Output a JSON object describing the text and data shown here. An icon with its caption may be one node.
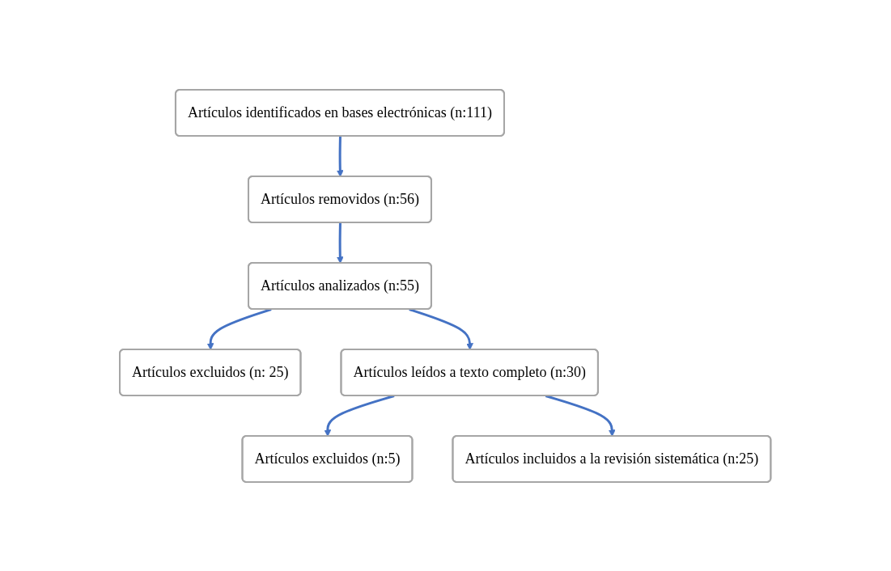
{
  "diagram": {
    "nodes": [
      {
        "text": [
          "Artículos identificados en bases electrónicas (n:111)"
        ]
      },
      {
        "text": [
          "Artículos removidos (n:56)"
        ]
      },
      {
        "text": [
          "Artículos analizados (n:55)"
        ]
      },
      {
        "text": [
          "Artículos excluidos (n: 25)"
        ]
      },
      {
        "text": [
          "Artículos leídos a texto completo (n:30)"
        ]
      },
      {
        "text": [
          "Artículos excluidos (n:5)"
        ]
      },
      {
        "text": [
          "Artículos incluidos a la revisión sistemática (n:25)"
        ]
      }
    ],
    "edges": [
      {
        "from": 0,
        "to": 1,
        "arrow": "to"
      },
      {
        "from": 1,
        "to": 2,
        "arrow": "to"
      },
      {
        "from": 2,
        "to": 3,
        "arrow": "to"
      },
      {
        "from": 2,
        "to": 4,
        "arrow": "to"
      },
      {
        "from": 4,
        "to": 5,
        "arrow": "to"
      },
      {
        "from": 4,
        "to": 6,
        "arrow": "to"
      }
    ]
  }
}
